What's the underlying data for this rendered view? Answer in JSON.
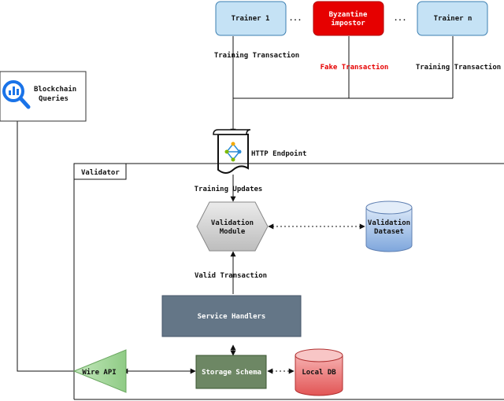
{
  "trainers": {
    "trainer_1": "Trainer 1",
    "impostor": "Byzantine impostor",
    "trainer_n": "Trainer n",
    "ellipsis_left": "...",
    "ellipsis_right": "..."
  },
  "flows": {
    "training_transaction_left": "Training Transaction",
    "fake_transaction": "Fake Transaction",
    "training_transaction_right": "Training Transaction",
    "training_updates": "Training Updates",
    "valid_transaction": "Valid Transaction"
  },
  "blockchain_queries": "Blockchain Queries",
  "http_endpoint": "HTTP Endpoint",
  "validator": {
    "label": "Validator",
    "validation_module": "Validation Module",
    "validation_dataset": "Validation Dataset",
    "service_handlers": "Service Handlers",
    "storage_schema": "Storage Schema",
    "local_db": "Local DB",
    "wire_api": "Wire API"
  },
  "colors": {
    "trainer_fill": "#c5e2f5",
    "trainer_stroke": "#3c7fb1",
    "impostor_fill": "#e60000",
    "fake_text": "#e60000",
    "service_handlers_fill": "#647687",
    "storage_schema_fill": "#6d8764",
    "wire_api_fill": "#a7d7a0",
    "local_db_fill": "#f08080",
    "dataset_fill": "#a9c4eb",
    "module_fill": "#d5d5d5"
  }
}
